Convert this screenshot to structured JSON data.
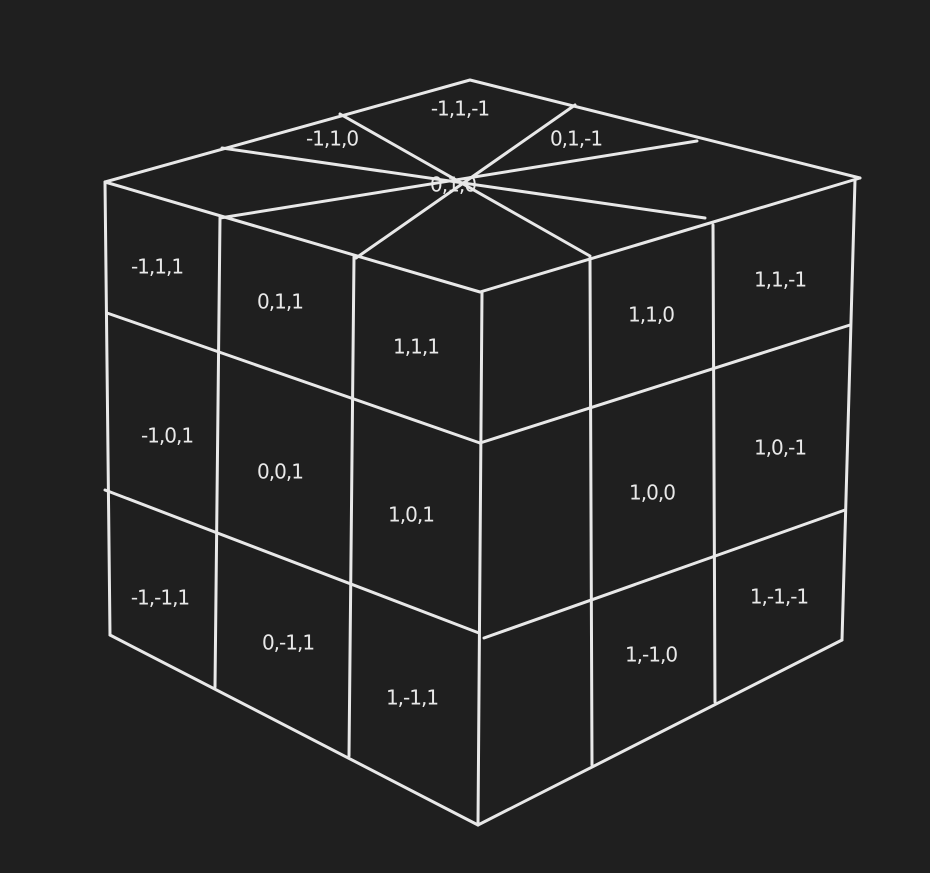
{
  "colors": {
    "background": "#1f1f1f",
    "line": "#e8e8e8",
    "text": "#e8e8e8"
  },
  "cube": {
    "top_face": [
      "-1,1,-1",
      "-1,1,0",
      "0,1,-1",
      "0,1,0"
    ],
    "front_left_face": [
      "-1,1,1",
      "0,1,1",
      "1,1,1",
      "-1,0,1",
      "0,0,1",
      "1,0,1",
      "-1,-1,1",
      "0,-1,1",
      "1,-1,1"
    ],
    "front_right_face": [
      "1,1,0",
      "1,1,-1",
      "1,0,0",
      "1,0,-1",
      "1,-1,0",
      "1,-1,-1"
    ]
  }
}
